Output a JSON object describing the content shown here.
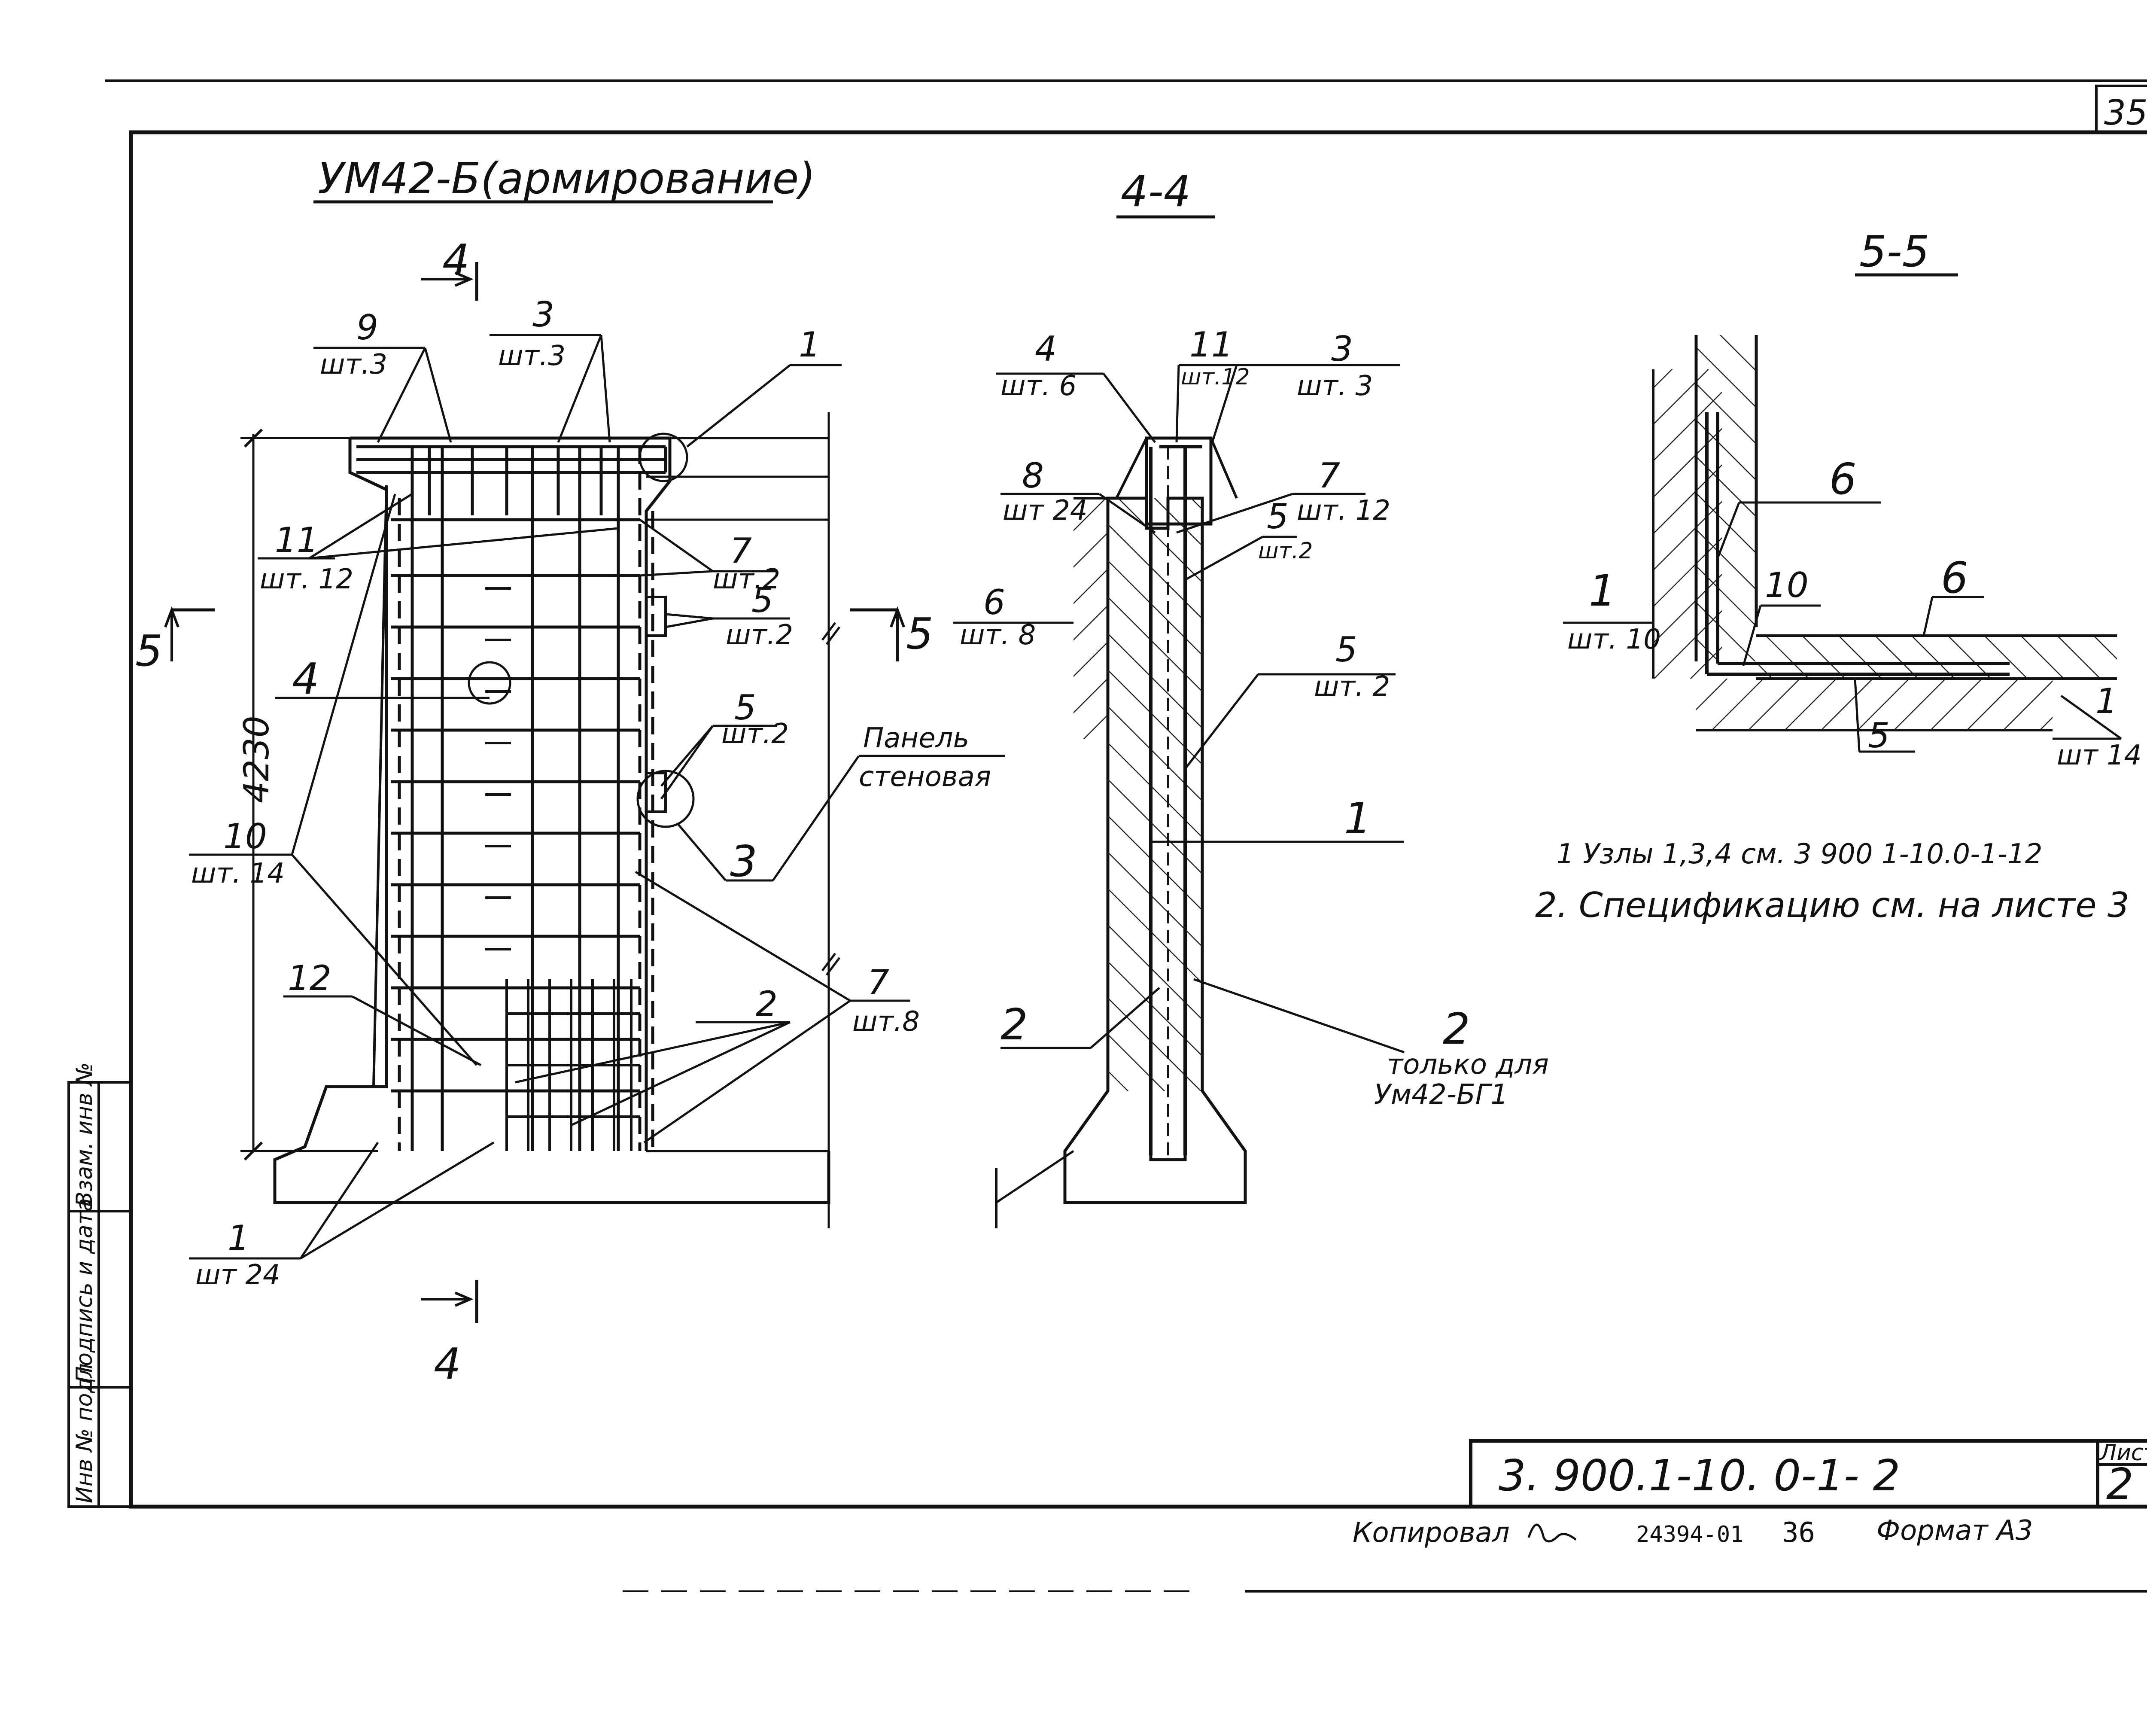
{
  "sheet_number": "35",
  "title_main": "УМ42-Б(армирование)",
  "section_4_4_title": "4-4",
  "section_5_5_title": "5-5",
  "main_view": {
    "cut_mark_4": "4",
    "cut_mark_5": "5",
    "dimension_height": "4230",
    "callouts": [
      {
        "num": "9",
        "qty": "шт.3"
      },
      {
        "num": "3",
        "qty": "шт.3"
      },
      {
        "num": "1",
        "qty": ""
      },
      {
        "num": "11",
        "qty": "шт. 12"
      },
      {
        "num": "7",
        "qty": "шт.2"
      },
      {
        "num": "5",
        "qty": "шт.2"
      },
      {
        "num": "4",
        "qty": ""
      },
      {
        "num": "5",
        "qty": "шт.2"
      },
      {
        "num": "10",
        "qty": "шт. 14"
      },
      {
        "num": "3",
        "qty": ""
      },
      {
        "num": "12",
        "qty": ""
      },
      {
        "num": "2",
        "qty": ""
      },
      {
        "num": "7",
        "qty": "шт.8"
      },
      {
        "num": "1",
        "qty": "шт 24"
      }
    ],
    "panel_label_line1": "Панель",
    "panel_label_line2": "стеновая"
  },
  "section_4_4": {
    "callouts": [
      {
        "num": "4",
        "qty": "шт. 6"
      },
      {
        "num": "11",
        "qty": "шт.12"
      },
      {
        "num": "3",
        "qty": "шт. 3"
      },
      {
        "num": "8",
        "qty": "шт 24"
      },
      {
        "num": "7",
        "qty": "шт. 12"
      },
      {
        "num": "5",
        "qty": "шт.2"
      },
      {
        "num": "6",
        "qty": "шт. 8"
      },
      {
        "num": "5",
        "qty": "шт. 2"
      },
      {
        "num": "1",
        "qty": ""
      },
      {
        "num": "2",
        "qty": ""
      },
      {
        "num": "2",
        "qty": ""
      }
    ],
    "note_line1": "только для",
    "note_line2": "Ум42-БГ1"
  },
  "section_5_5": {
    "callouts": [
      {
        "num": "6",
        "qty": ""
      },
      {
        "num": "1",
        "qty": "шт. 10"
      },
      {
        "num": "10",
        "qty": ""
      },
      {
        "num": "6",
        "qty": ""
      },
      {
        "num": "5",
        "qty": ""
      },
      {
        "num": "1",
        "qty": "шт 14"
      }
    ]
  },
  "notes": [
    "1 Узлы 1,3,4 см. 3 900 1-10.0-1-12",
    "2. Спецификацию см. на листе 3"
  ],
  "title_block": {
    "code": "3. 900.1-10. 0-1- 2",
    "sheet_label": "Лист",
    "sheet_value": "2"
  },
  "footer": {
    "copied": "Копировал",
    "order": "24394-01",
    "num": "36",
    "format": "Формат А3"
  },
  "side_stamp": [
    "Инв № подл",
    "Подпись и дата",
    "Взам. инв №"
  ]
}
